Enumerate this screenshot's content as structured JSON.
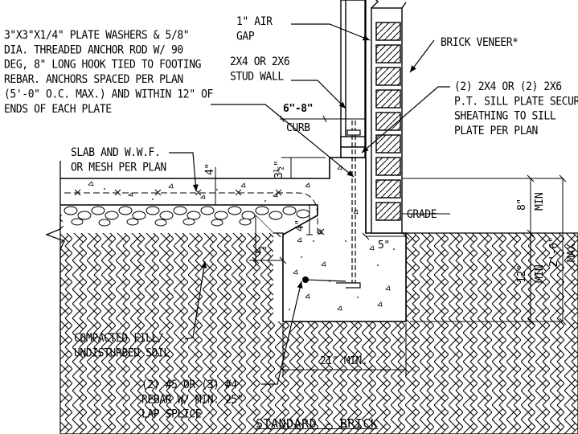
{
  "notes": {
    "anchor": "3\"X3\"X1/4\" PLATE WASHERS & 5/8\"\nDIA. THREADED ANCHOR ROD W/ 90\nDEG, 8\" LONG HOOK TIED TO FOOTING\nREBAR. ANCHORS SPACED PER PLAN\n(5'-0\" O.C. MAX.) AND WITHIN 12\" OF\nENDS OF EACH PLATE",
    "air_gap": "1\" AIR\nGAP",
    "stud_wall": "2X4 OR 2X6\nSTUD WALL",
    "brick_veneer": "BRICK VENEER*",
    "sill_plate": "(2) 2X4 OR (2) 2X6\nP.T. SILL PLATE SECUR\nSHEATHING TO SILL\nPLATE PER PLAN",
    "slab": "SLAB AND W.W.F.\nOR MESH PER PLAN",
    "grade": "GRADE",
    "fill": "COMPACTED FILL/\nUNDISTURBED SOIL",
    "rebar": "(2) #5 OR (3) #4\nREBAR W/ MIN. 25\"\nLAP SPLICE"
  },
  "dimensions": {
    "curb_value": "6\"-8\"",
    "curb_label": "CURB",
    "slab_thk": "4\"",
    "step": "3½\"",
    "thicken": "4\"",
    "offset": "4\"",
    "ledge": "5\"",
    "footing_width": "21\" MIN.",
    "above_grade_val": "8\"",
    "above_grade_min": "MIN",
    "below_grade_val": "12\"",
    "below_grade_min": "MIN",
    "total_val": "2'-6\"",
    "total_max": "MAX"
  },
  "title": "STANDARD - BRICK"
}
